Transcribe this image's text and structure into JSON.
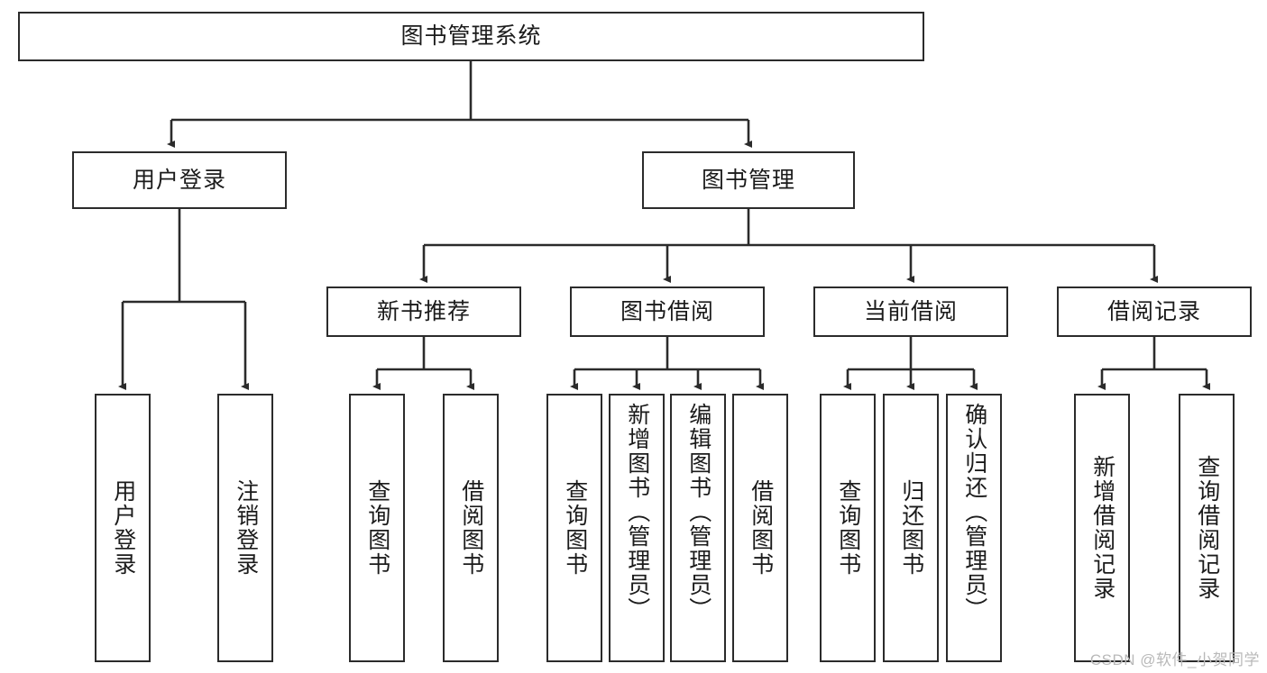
{
  "diagram": {
    "type": "tree",
    "title_box": {
      "label": "图书管理系统"
    },
    "level2": [
      {
        "id": "user-login",
        "label": "用户登录"
      },
      {
        "id": "book-management",
        "label": "图书管理"
      }
    ],
    "level3": [
      {
        "id": "new-book-recommend",
        "label": "新书推荐"
      },
      {
        "id": "book-borrow",
        "label": "图书借阅"
      },
      {
        "id": "current-borrow",
        "label": "当前借阅"
      },
      {
        "id": "borrow-record",
        "label": "借阅记录"
      }
    ],
    "leaves": [
      {
        "id": "leaf-user-login",
        "label": "用户登录",
        "parent": "user-login"
      },
      {
        "id": "leaf-user-logout",
        "label": "注销登录",
        "parent": "user-login"
      },
      {
        "id": "leaf-query-book-1",
        "label": "查询图书",
        "parent": "new-book-recommend"
      },
      {
        "id": "leaf-borrow-book-1",
        "label": "借阅图书",
        "parent": "new-book-recommend"
      },
      {
        "id": "leaf-query-book-2",
        "label": "查询图书",
        "parent": "book-borrow"
      },
      {
        "id": "leaf-add-book",
        "label": "新增图书（管理员）",
        "parent": "book-borrow"
      },
      {
        "id": "leaf-edit-book",
        "label": "编辑图书（管理员）",
        "parent": "book-borrow"
      },
      {
        "id": "leaf-borrow-book-2",
        "label": "借阅图书",
        "parent": "book-borrow"
      },
      {
        "id": "leaf-query-book-3",
        "label": "查询图书",
        "parent": "current-borrow"
      },
      {
        "id": "leaf-return-book",
        "label": "归还图书",
        "parent": "current-borrow"
      },
      {
        "id": "leaf-confirm-return",
        "label": "确认归还（管理员）",
        "parent": "current-borrow"
      },
      {
        "id": "leaf-add-record",
        "label": "新增借阅记录",
        "parent": "borrow-record"
      },
      {
        "id": "leaf-query-record",
        "label": "查询借阅记录",
        "parent": "borrow-record"
      }
    ],
    "colors": {
      "background": "#ffffff",
      "box_border": "#2b2b2b",
      "box_fill": "#ffffff",
      "text": "#1b1b1b",
      "edge": "#2b2b2b",
      "watermark": "#b9b9b9"
    }
  },
  "watermark": {
    "text": "CSDN @软件_小贺同学"
  }
}
